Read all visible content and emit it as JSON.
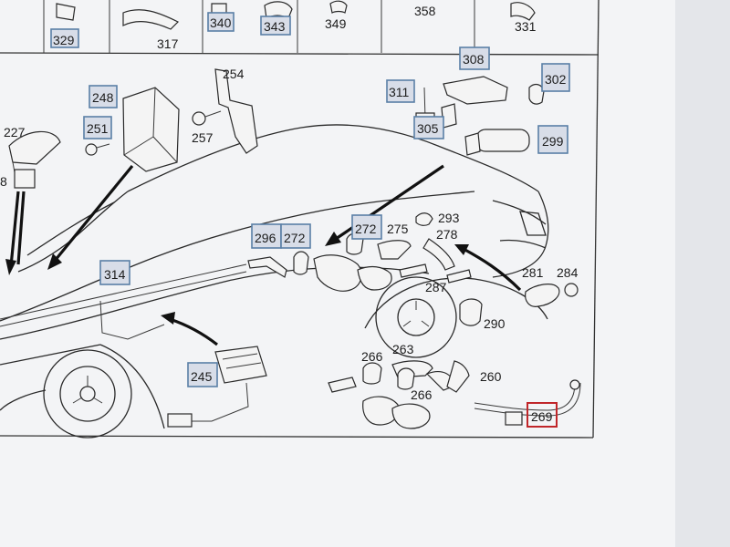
{
  "top_strip": {
    "cells": [
      {
        "label": "329"
      },
      {
        "label": "317"
      },
      {
        "label": "340"
      },
      {
        "label": "343"
      },
      {
        "label": "349"
      },
      {
        "label": "358"
      },
      {
        "label": "331"
      }
    ]
  },
  "parts": {
    "p227": "227",
    "p248": "248",
    "p251": "251",
    "p257": "257",
    "p254": "254",
    "p308": "308",
    "p302": "302",
    "p311": "311",
    "p305": "305",
    "p299": "299",
    "p296": "296",
    "p272a": "272",
    "p272b": "272",
    "p275": "275",
    "p293": "293",
    "p278": "278",
    "p281": "281",
    "p284": "284",
    "p314": "314",
    "p287": "287",
    "p290": "290",
    "p266a": "266",
    "p263": "263",
    "p260": "260",
    "p266b": "266",
    "p245": "245",
    "p269": "269",
    "p8": "8"
  },
  "colors": {
    "label_box": "#5a7fa6",
    "highlight_box": "#c0262a",
    "paper": "#f3f4f6",
    "screen_bg": "#e9eaee"
  }
}
